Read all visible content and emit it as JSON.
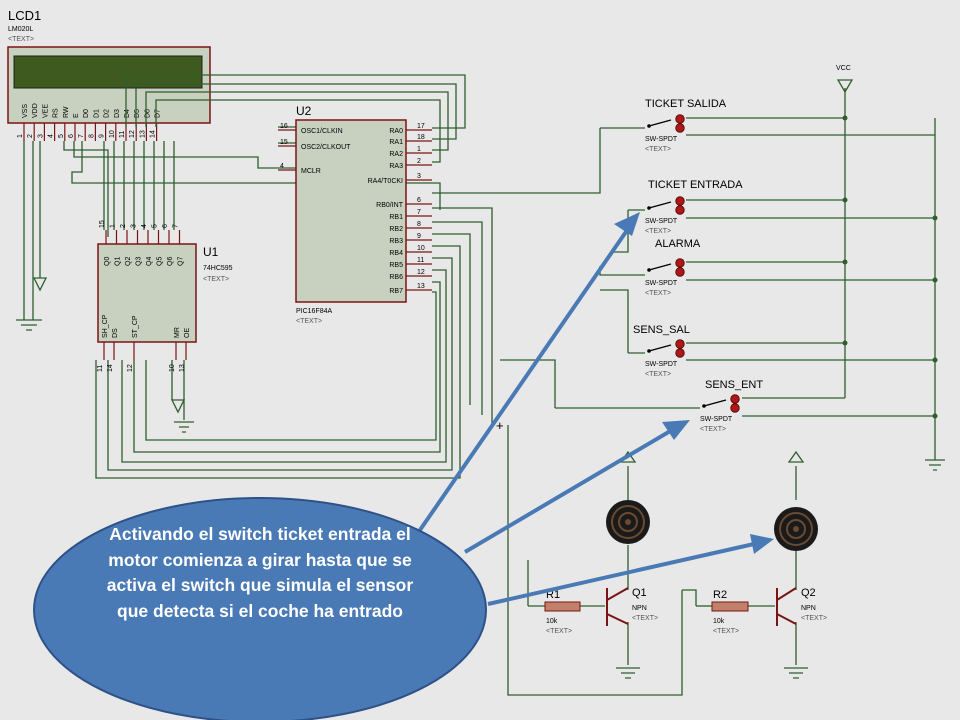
{
  "lcd": {
    "ref": "LCD1",
    "model": "LM020L",
    "text": "<TEXT>",
    "pin_names": [
      "VSS",
      "VDD",
      "VEE",
      "RS",
      "RW",
      "E",
      "D0",
      "D1",
      "D2",
      "D3",
      "D4",
      "D5",
      "D6",
      "D7"
    ],
    "pin_nums": [
      "1",
      "2",
      "3",
      "4",
      "5",
      "6",
      "7",
      "8",
      "9",
      "10",
      "11",
      "12",
      "13",
      "14"
    ]
  },
  "u2": {
    "ref": "U2",
    "model": "PIC16F84A",
    "text": "<TEXT>",
    "left_pins": [
      {
        "num": "16",
        "name": "OSC1/CLKIN"
      },
      {
        "num": "15",
        "name": "OSC2/CLKOUT"
      },
      {
        "num": "4",
        "name": "MCLR"
      }
    ],
    "right_pins": [
      {
        "num": "17",
        "name": "RA0"
      },
      {
        "num": "18",
        "name": "RA1"
      },
      {
        "num": "1",
        "name": "RA2"
      },
      {
        "num": "2",
        "name": "RA3"
      },
      {
        "num": "3",
        "name": "RA4/T0CKI"
      },
      {
        "num": "6",
        "name": "RB0/INT"
      },
      {
        "num": "7",
        "name": "RB1"
      },
      {
        "num": "8",
        "name": "RB2"
      },
      {
        "num": "9",
        "name": "RB3"
      },
      {
        "num": "10",
        "name": "RB4"
      },
      {
        "num": "11",
        "name": "RB5"
      },
      {
        "num": "12",
        "name": "RB6"
      },
      {
        "num": "13",
        "name": "RB7"
      }
    ]
  },
  "u1": {
    "ref": "U1",
    "model": "74HC595",
    "text": "<TEXT>",
    "top_pins": [
      {
        "num": "15",
        "name": "Q0"
      },
      {
        "num": "1",
        "name": "Q1"
      },
      {
        "num": "2",
        "name": "Q2"
      },
      {
        "num": "3",
        "name": "Q3"
      },
      {
        "num": "4",
        "name": "Q4"
      },
      {
        "num": "5",
        "name": "Q5"
      },
      {
        "num": "6",
        "name": "Q6"
      },
      {
        "num": "7",
        "name": "Q7"
      }
    ],
    "bottom_pins": [
      {
        "num": "11",
        "name": "SH_CP"
      },
      {
        "num": "14",
        "name": "DS"
      },
      {
        "num": "12",
        "name": "ST_CP"
      },
      {
        "num": "10",
        "name": "MR"
      },
      {
        "num": "13",
        "name": "OE"
      }
    ]
  },
  "switches": [
    {
      "label": "TICKET SALIDA",
      "model": "SW-SPDT",
      "text": "<TEXT>"
    },
    {
      "label": "TICKET ENTRADA",
      "model": "SW-SPDT",
      "text": "<TEXT>"
    },
    {
      "label": "ALARMA",
      "model": "SW-SPDT",
      "text": "<TEXT>"
    },
    {
      "label": "SENS_SAL",
      "model": "SW-SPDT",
      "text": "<TEXT>"
    },
    {
      "label": "SENS_ENT",
      "model": "SW-SPDT",
      "text": "<TEXT>"
    }
  ],
  "vcc_label": "VCC",
  "resistors": [
    {
      "ref": "R1",
      "value": "10k",
      "text": "<TEXT>"
    },
    {
      "ref": "R2",
      "value": "10k",
      "text": "<TEXT>"
    }
  ],
  "transistors": [
    {
      "ref": "Q1",
      "type": "NPN",
      "text": "<TEXT>"
    },
    {
      "ref": "Q2",
      "type": "NPN",
      "text": "<TEXT>"
    }
  ],
  "callout": {
    "text": "Activando el switch ticket entrada el motor comienza a girar hasta que se activa el switch que simula el sensor que detecta si el coche ha entrado"
  },
  "colors": {
    "background": "#e8e8e8",
    "wire": "#2e5e2e",
    "component_fill": "#c8d0c0",
    "component_border": "#7a1414",
    "lcd_screen": "#3f5a1e",
    "switch_dot": "#b01818",
    "callout_fill": "#4a7ab5",
    "callout_border": "#2e5288",
    "arrow": "#4a7ab5"
  }
}
